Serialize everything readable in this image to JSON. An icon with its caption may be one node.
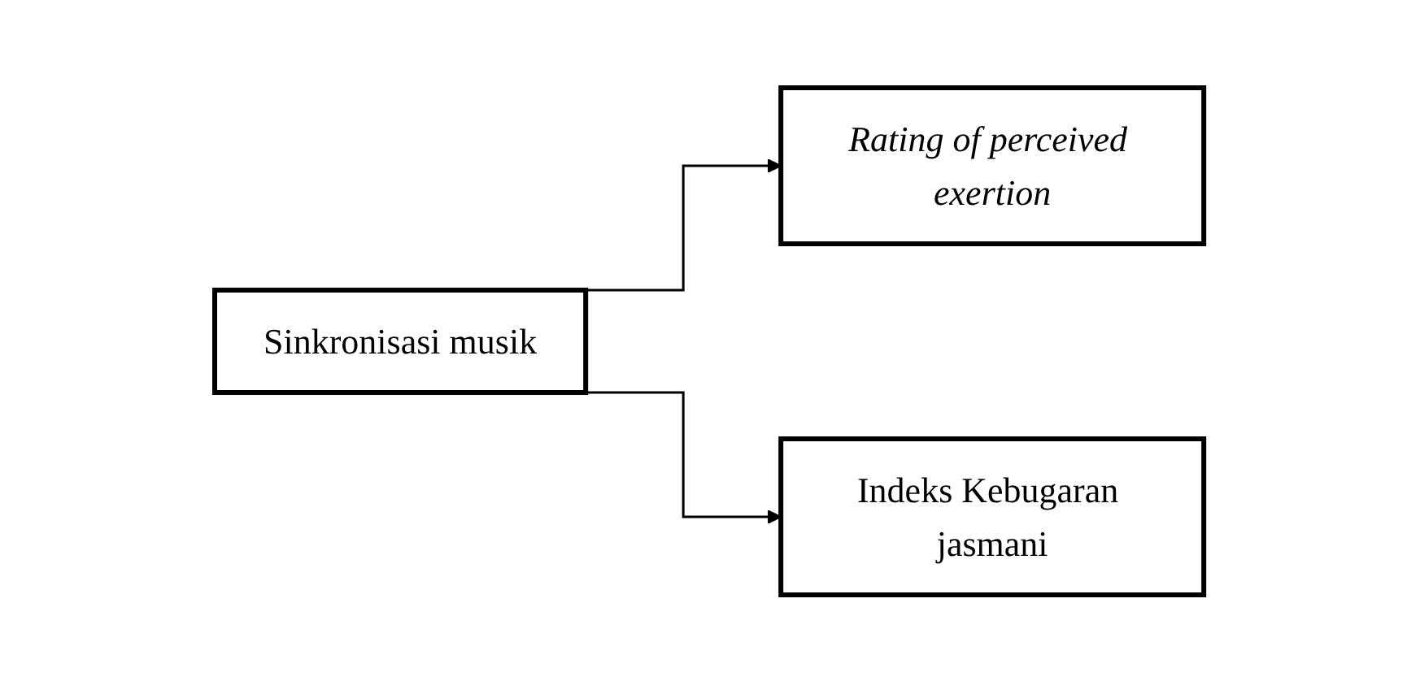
{
  "diagram": {
    "nodes": [
      {
        "text": [
          "Sinkronisasi musik"
        ]
      },
      {
        "text": [
          "Rating of perceived exertion"
        ]
      },
      {
        "text": [
          "Indeks Kebugaran jasmani"
        ]
      }
    ],
    "edges": [
      {
        "from": 0,
        "to": 1,
        "arrow": "to"
      },
      {
        "from": 0,
        "to": 2,
        "arrow": "to"
      }
    ]
  }
}
